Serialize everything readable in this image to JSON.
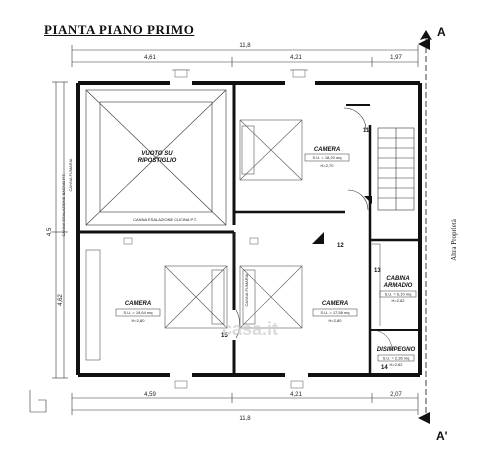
{
  "title": "PIANTA PIANO PRIMO",
  "dimensions": {
    "top_total": "11,8",
    "top_a": "4,61",
    "top_b": "4,21",
    "top_c": "1,97",
    "bottom_a": "4,59",
    "bottom_b": "4,21",
    "bottom_c": "2,07",
    "bottom_total": "11,8",
    "left_a": "4,5",
    "left_b": "4,62"
  },
  "rooms": {
    "vuoto_line1": "VUOTO SU",
    "vuoto_line2": "RIPOSTIGLIO",
    "camera_tr": "CAMERA",
    "camera_tr_su": "S.U. = 18,20 mq",
    "camera_tr_h": "H=2,70",
    "camera_left": "CAMERA",
    "camera_left_su": "S.U. = 19,64 mq",
    "camera_left_h": "H=2,80",
    "camera_mid": "CAMERA",
    "camera_mid_su": "S.U. = 17,58 mq",
    "camera_mid_h": "H=2,80",
    "cabina_line1": "CABINA",
    "cabina_line2": "ARMADIO",
    "cabina_su": "S.U. = 6,10 mq",
    "cabina_h": "H=2,62",
    "disimpegno": "DISIMPEGNO",
    "disimpegno_su": "S.U. = 2,36 mq",
    "disimpegno_h": "H=2,62"
  },
  "notes": {
    "canna_fumaria": "CANNA ESALAZIONE CUCINA P.T.",
    "canna_fumaria_vert": "CANNA FUMARIA",
    "canna_bagno": "CANNA ESALAZIONE BAGNO P.T.",
    "canna_mid": "CANNA FUMARIA"
  },
  "markers": {
    "m11": "11",
    "m12": "12",
    "m13": "13",
    "m14": "14",
    "m15": "15"
  },
  "section": {
    "top": "A",
    "bottom": "A'"
  },
  "side_label": "Altra Proprietà",
  "watermark": "casa.it"
}
